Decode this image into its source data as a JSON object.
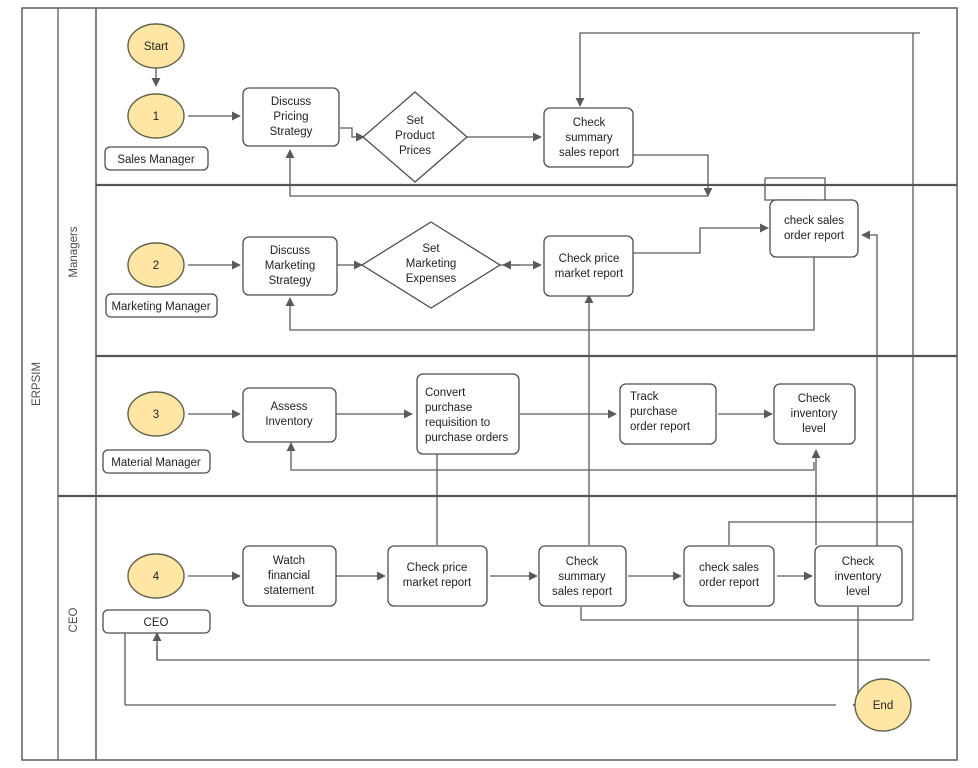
{
  "diagram": {
    "title": "ERPSIM",
    "type": "bpmn-swimlane-flowchart",
    "colors": {
      "event_fill": "#ffe6a5",
      "event_stroke": "#6b6b4a",
      "task_fill": "#ffffff",
      "task_stroke": "#4d4d4d",
      "lane_stroke": "#666666",
      "connector_stroke": "#666666",
      "text": "#1f1f1f"
    }
  },
  "pool": {
    "label": "ERPSIM"
  },
  "lane_groups": [
    {
      "label": "Managers"
    },
    {
      "label": "CEO"
    }
  ],
  "lanes": [
    {
      "id": "lane-sales-manager",
      "actor": "Sales Manager",
      "step_number": "1"
    },
    {
      "id": "lane-marketing-manager",
      "actor": "Marketing Manager",
      "step_number": "2"
    },
    {
      "id": "lane-material-manager",
      "actor": "Material Manager",
      "step_number": "3"
    },
    {
      "id": "lane-ceo",
      "actor": "CEO",
      "step_number": "4"
    }
  ],
  "events": {
    "start": "Start",
    "end": "End"
  },
  "nodes": {
    "discuss_pricing_strategy": "Discuss\nPricing\nStrategy",
    "set_product_prices": "Set\nProduct\nPrices",
    "check_summary_sales_report_r1": "Check\nsummary\nsales report",
    "discuss_marketing_strategy": "Discuss\nMarketing\nStrategy",
    "set_marketing_expenses": "Set\nMarketing\nExpenses",
    "check_price_market_report_r2": "Check price\nmarket report",
    "check_sales_order_report_r2": "check sales\norder report",
    "assess_inventory": "Assess\nInventory",
    "convert_purchase_requisition": "Convert\npurchase\nrequisition to\npurchase orders",
    "track_purchase_order_report": "Track\npurchase\norder report",
    "check_inventory_level_r3": "Check\ninventory\nlevel",
    "watch_financial_statement": "Watch\nfinancial\nstatement",
    "check_price_market_report_r4": "Check price\nmarket report",
    "check_summary_sales_report_r4": "Check\nsummary\nsales report",
    "check_sales_order_report_r4": "check sales\norder report",
    "check_inventory_level_r4": "Check\ninventory\nlevel"
  },
  "node_lines": {
    "discuss_pricing_strategy": [
      "Discuss",
      "Pricing",
      "Strategy"
    ],
    "set_product_prices": [
      "Set",
      "Product",
      "Prices"
    ],
    "check_summary_sales_report_r1": [
      "Check",
      "summary",
      "sales report"
    ],
    "discuss_marketing_strategy": [
      "Discuss",
      "Marketing",
      "Strategy"
    ],
    "set_marketing_expenses": [
      "Set",
      "Marketing",
      "Expenses"
    ],
    "check_price_market_report_r2": [
      "Check price",
      "market report"
    ],
    "check_sales_order_report_r2": [
      "check sales",
      "order report"
    ],
    "assess_inventory": [
      "Assess",
      "Inventory"
    ],
    "convert_purchase_requisition": [
      "Convert",
      "purchase",
      "requisition to",
      "purchase orders"
    ],
    "track_purchase_order_report": [
      "Track",
      "purchase",
      "order report"
    ],
    "check_inventory_level_r3": [
      "Check",
      "inventory",
      "level"
    ],
    "watch_financial_statement": [
      "Watch",
      "financial",
      "statement"
    ],
    "check_price_market_report_r4": [
      "Check price",
      "market report"
    ],
    "check_summary_sales_report_r4": [
      "Check",
      "summary",
      "sales report"
    ],
    "check_sales_order_report_r4": [
      "check sales",
      "order report"
    ],
    "check_inventory_level_r4": [
      "Check",
      "inventory",
      "level"
    ]
  }
}
